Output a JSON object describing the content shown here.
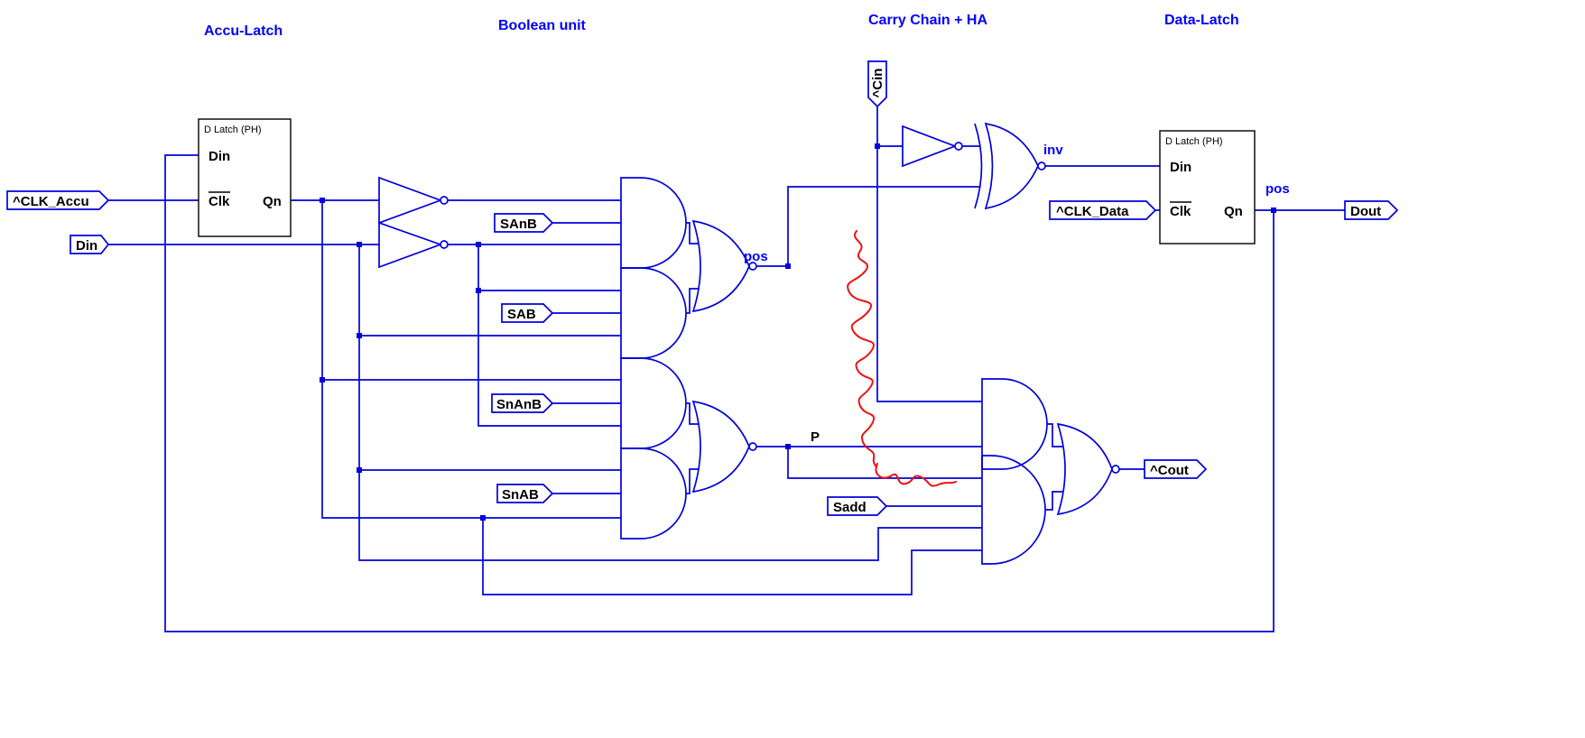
{
  "colors": {
    "wire": "#0000dd",
    "blue_label": "#0000ff",
    "component_text": "#000000",
    "annotation": "#ee1111",
    "background": "#ffffff"
  },
  "sections": {
    "accu_latch": "Accu-Latch",
    "boolean_unit": "Boolean unit",
    "carry_chain": "Carry Chain + HA",
    "data_latch": "Data-Latch"
  },
  "latches": [
    {
      "title": "D Latch (PH)",
      "pin_din": "Din",
      "pin_clk": "Clk",
      "pin_qn": "Qn"
    },
    {
      "title": "D Latch (PH)",
      "pin_din": "Din",
      "pin_clk": "Clk",
      "pin_qn": "Qn"
    }
  ],
  "ports": {
    "clk_accu": "^CLK_Accu",
    "din": "Din",
    "cin": "^Cin",
    "clk_data": "^CLK_Data",
    "dout": "Dout",
    "cout": "^Cout",
    "sadd": "Sadd",
    "sanb": "SAnB",
    "sab": "SAB",
    "snanb": "SnAnB",
    "snab": "SnAB"
  },
  "net_labels": {
    "pos1": "pos",
    "p": "P",
    "inv": "inv",
    "pos2": "pos"
  }
}
